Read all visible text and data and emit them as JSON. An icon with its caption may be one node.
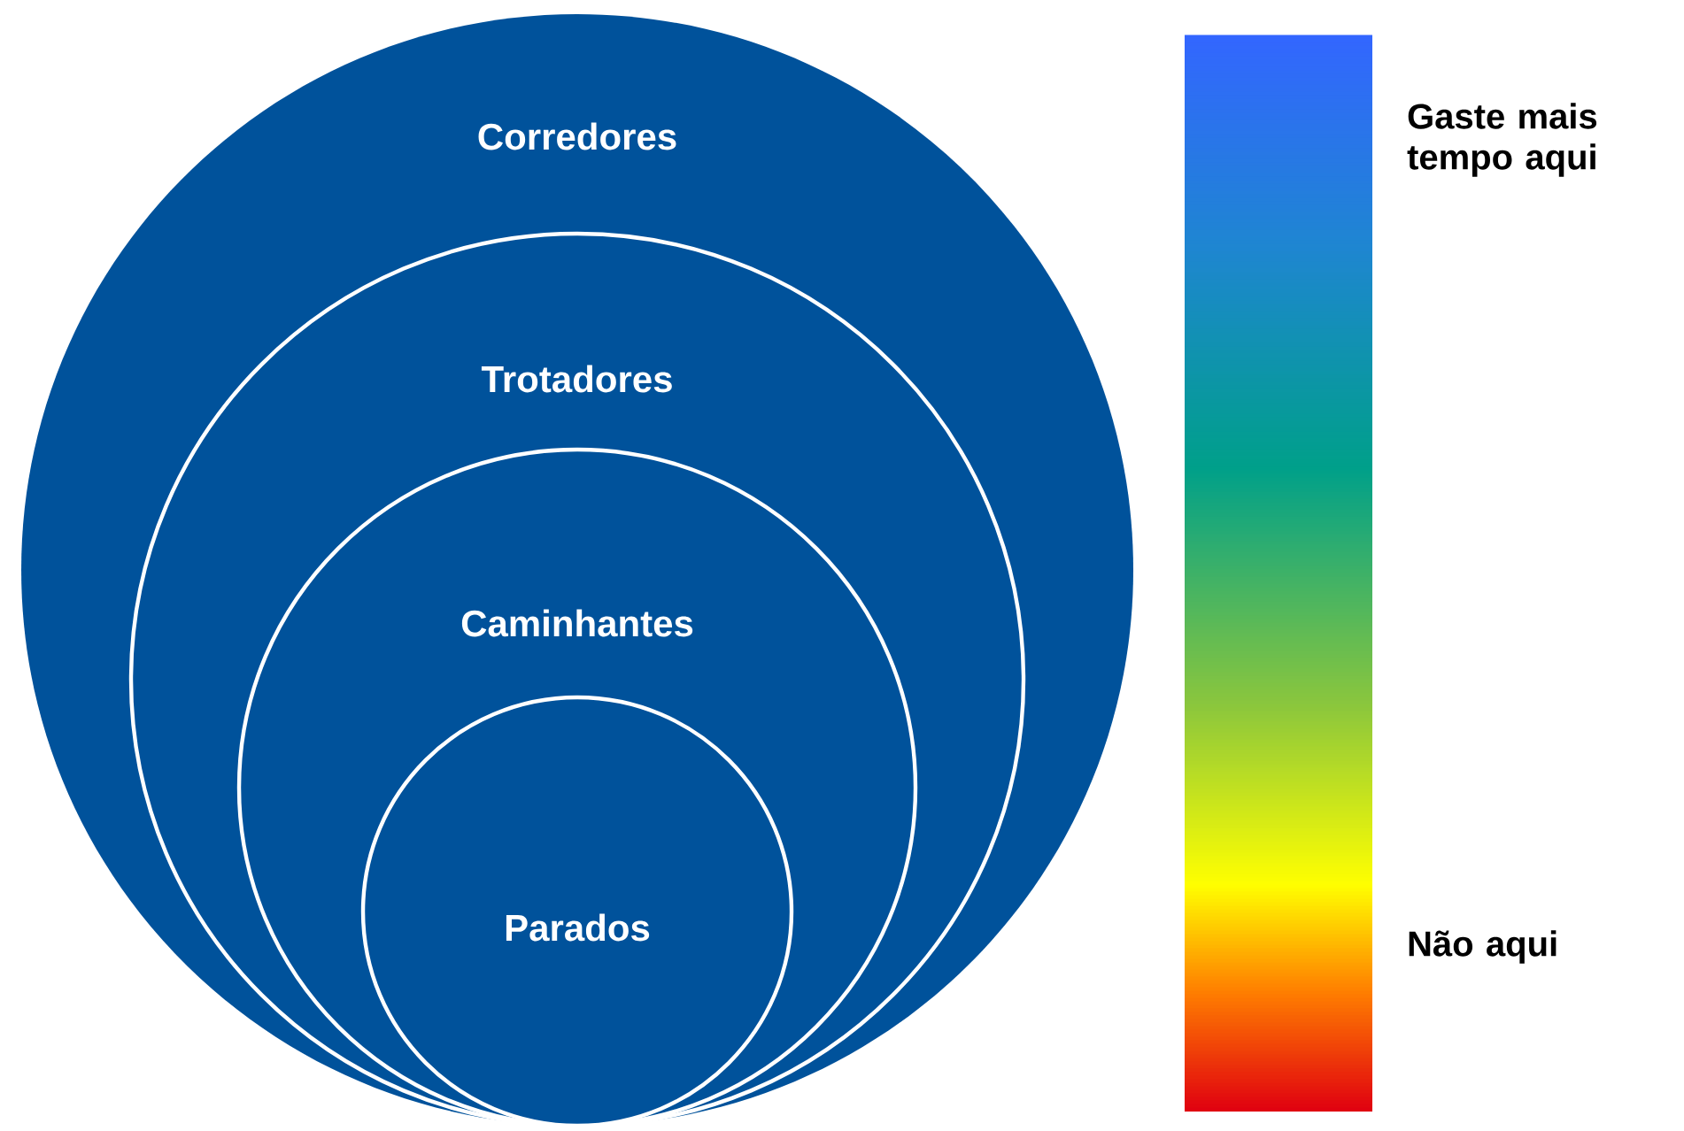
{
  "diagram": {
    "nodes": [
      {
        "text": [
          "Corredores"
        ]
      },
      {
        "text": [
          "Trotadores"
        ],
        "in": 0
      },
      {
        "text": [
          "Caminhantes"
        ],
        "in": 1
      },
      {
        "text": [
          "Parados"
        ],
        "in": 2
      }
    ],
    "labels": [
      "Gaste mais tempo aqui",
      "Não aqui"
    ]
  }
}
